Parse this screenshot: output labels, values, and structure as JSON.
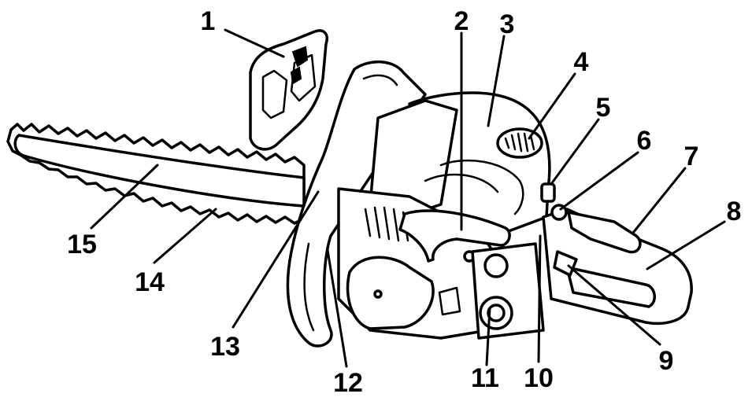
{
  "diagram": {
    "colors": {
      "stroke": "#000000",
      "fill": "#ffffff",
      "background": "#ffffff"
    },
    "callouts": [
      {
        "id": "c1",
        "number": "1"
      },
      {
        "id": "c2",
        "number": "2"
      },
      {
        "id": "c3",
        "number": "3"
      },
      {
        "id": "c4",
        "number": "4"
      },
      {
        "id": "c5",
        "number": "5"
      },
      {
        "id": "c6",
        "number": "6"
      },
      {
        "id": "c7",
        "number": "7"
      },
      {
        "id": "c8",
        "number": "8"
      },
      {
        "id": "c9",
        "number": "9"
      },
      {
        "id": "c10",
        "number": "10"
      },
      {
        "id": "c11",
        "number": "11"
      },
      {
        "id": "c12",
        "number": "12"
      },
      {
        "id": "c13",
        "number": "13"
      },
      {
        "id": "c14",
        "number": "14"
      },
      {
        "id": "c15",
        "number": "15"
      }
    ]
  }
}
